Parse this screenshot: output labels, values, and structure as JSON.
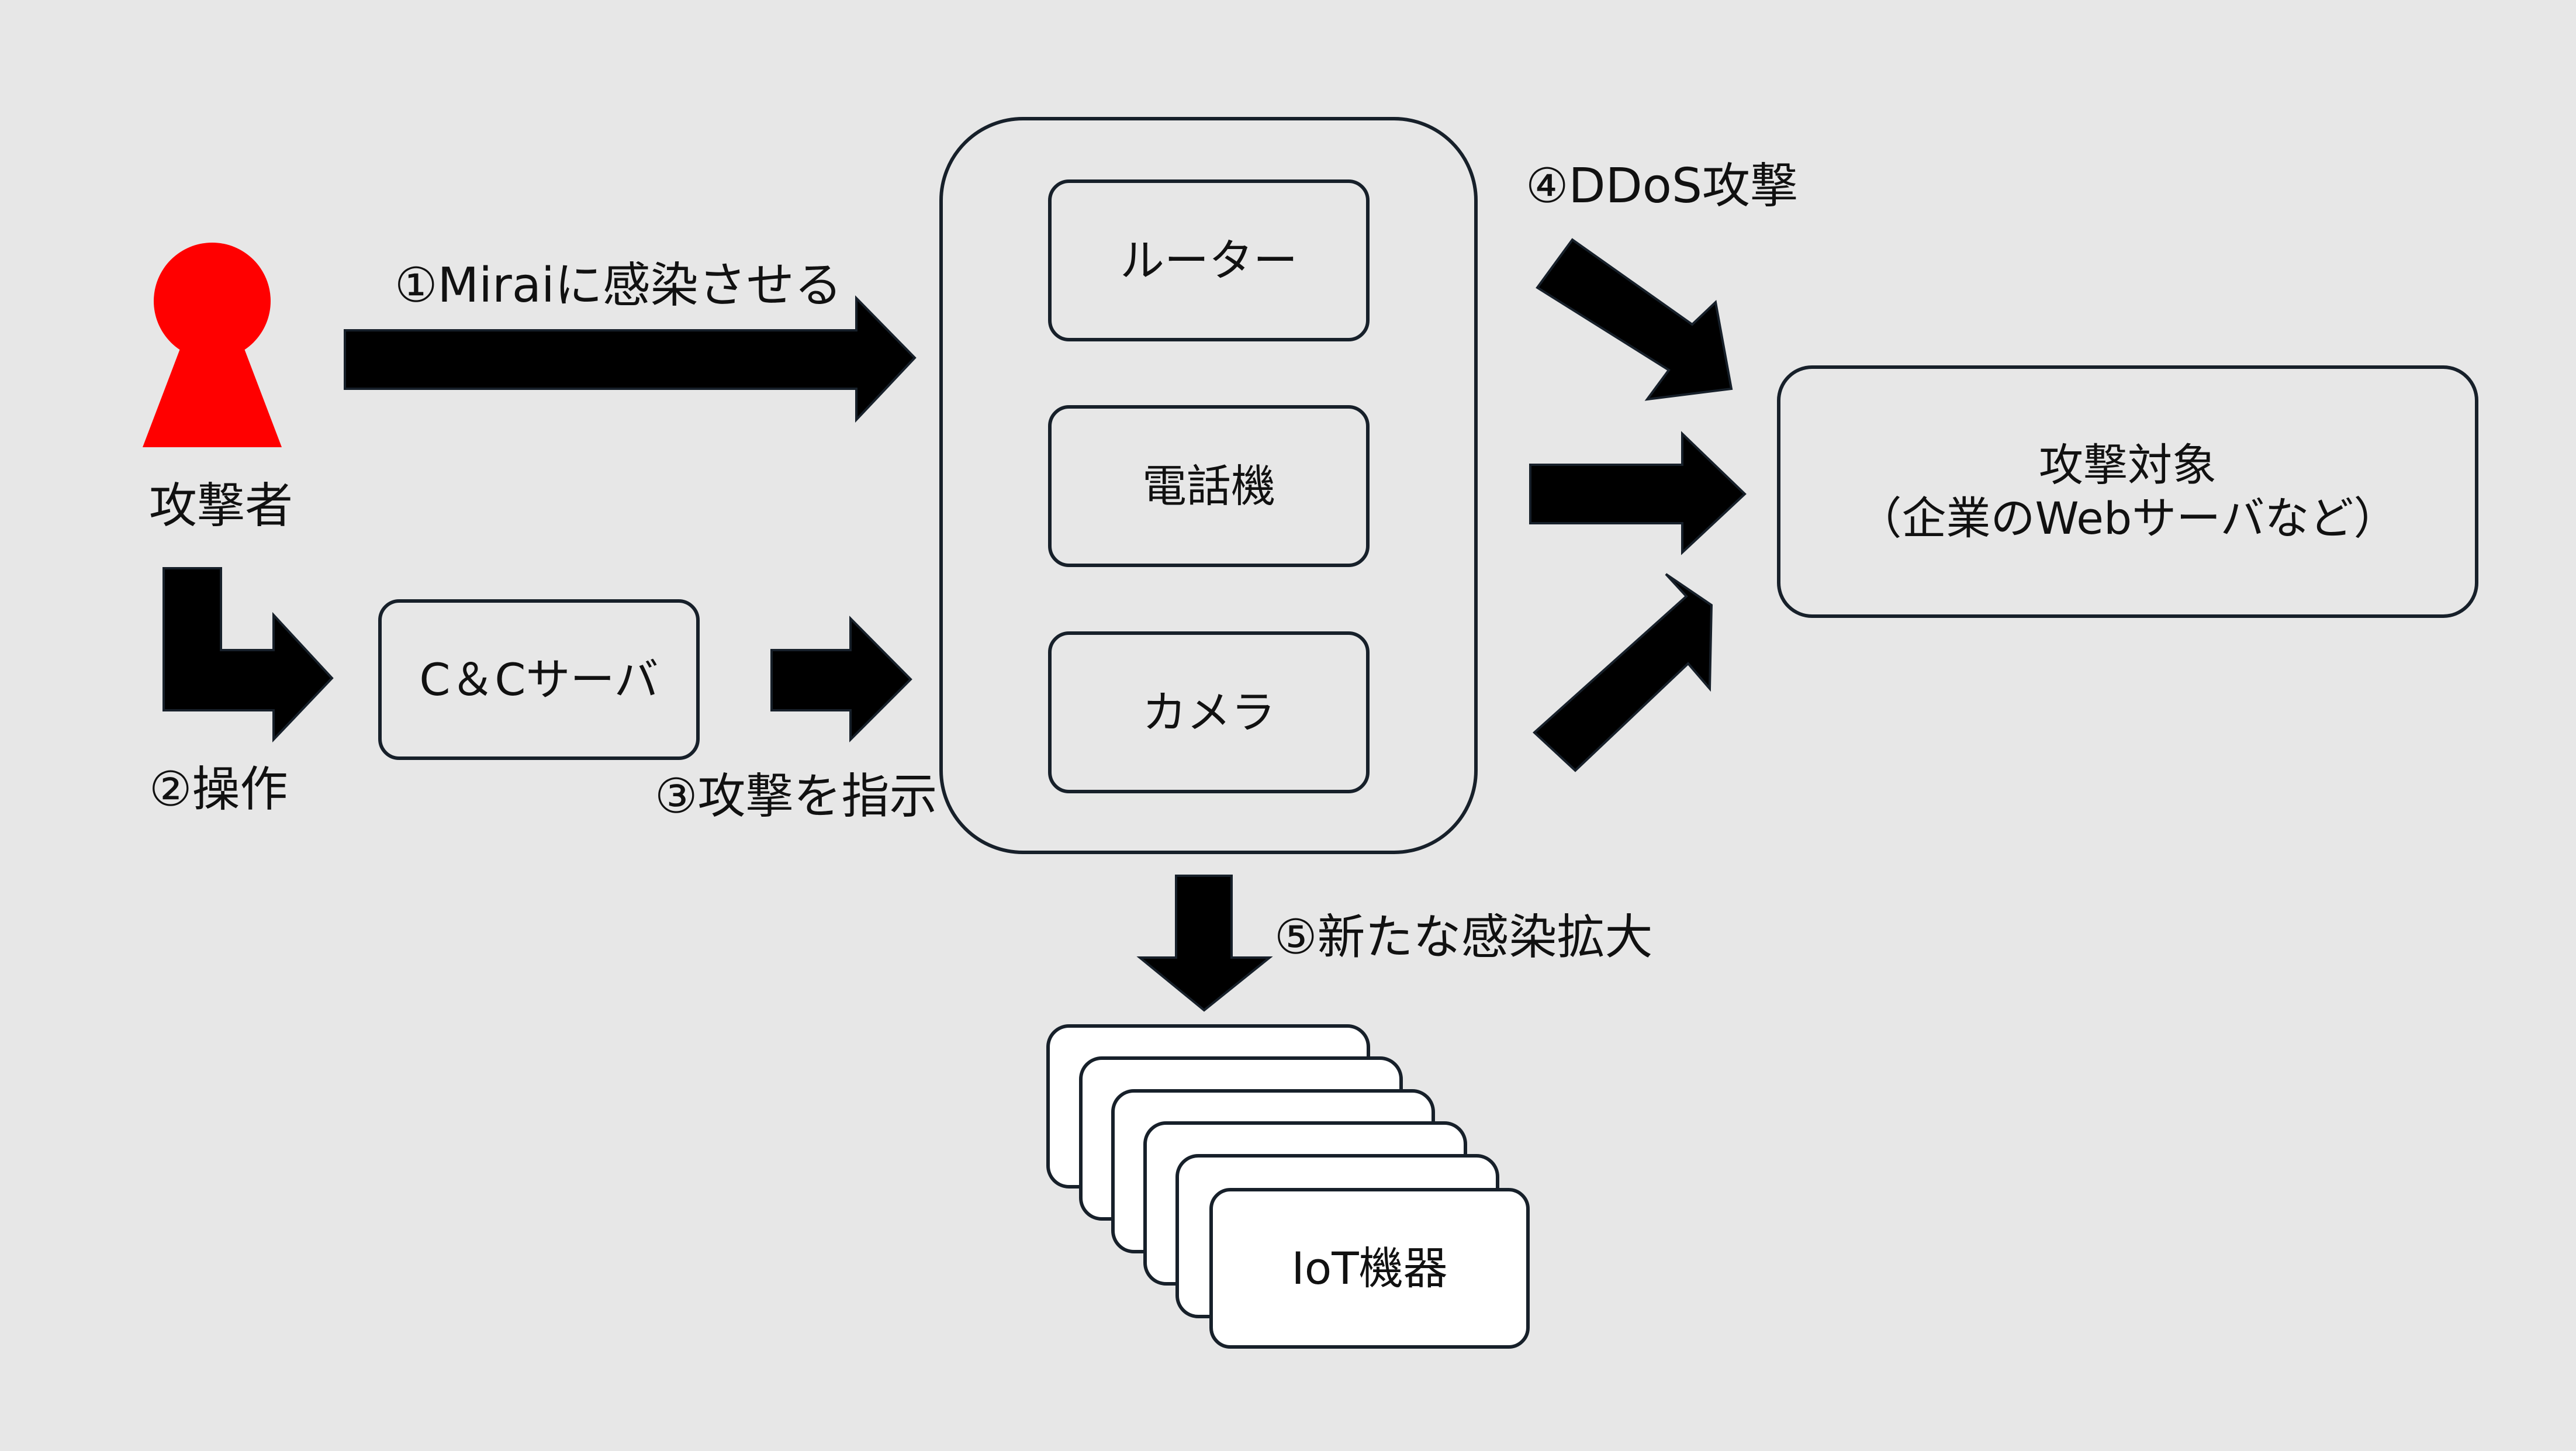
{
  "colors": {
    "background": "#e7e7e7",
    "border": "#17202a",
    "arrow": "#000000",
    "attacker": "#ff0000",
    "text": "#111111"
  },
  "attacker": {
    "icon": "person-icon",
    "label": "攻撃者"
  },
  "steps": {
    "step1": "①Miraiに感染させる",
    "step2": "②操作",
    "step3": "③攻撃を指示",
    "step4": "④DDoS攻撃",
    "step5": "⑤新たな感染拡大"
  },
  "cc_server": {
    "label": "C＆Cサーバ"
  },
  "devices": {
    "router": "ルーター",
    "phone": "電話機",
    "camera": "カメラ"
  },
  "target": {
    "line1": "攻撃対象",
    "line2": "（企業のWebサーバなど）"
  },
  "iot": {
    "label": "IoT機器"
  }
}
